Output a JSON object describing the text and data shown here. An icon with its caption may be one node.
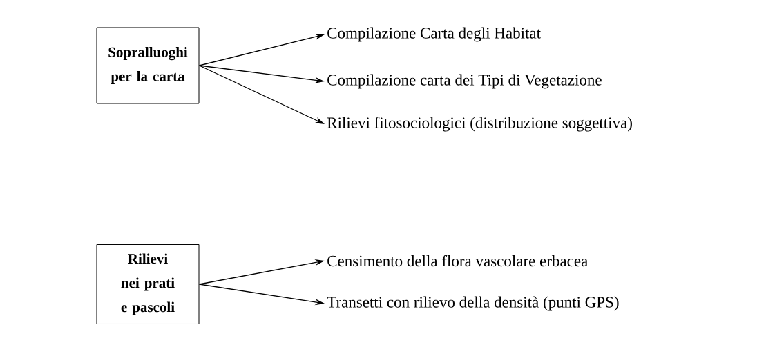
{
  "diagram": {
    "nodes": [
      {
        "text": [
          "Sopralluoghi per la carta"
        ]
      },
      {
        "text": [
          "Compilazione Carta degli Habitat"
        ]
      },
      {
        "text": [
          "Compilazione carta dei Tipi di Vegetazione"
        ]
      },
      {
        "text": [
          "Rilievi fitosociologici (distribuzione soggettiva)"
        ]
      },
      {
        "text": [
          "Rilievi nei prati e pascoli"
        ]
      },
      {
        "text": [
          "Censimento della flora vascolare erbacea"
        ]
      },
      {
        "text": [
          "Transetti con rilievo della densità (punti GPS)"
        ]
      }
    ],
    "edges": [
      {
        "from": 0,
        "to": 1,
        "arrow": "to"
      },
      {
        "from": 0,
        "to": 2,
        "arrow": "to"
      },
      {
        "from": 0,
        "to": 3,
        "arrow": "to"
      },
      {
        "from": 4,
        "to": 5,
        "arrow": "to"
      },
      {
        "from": 4,
        "to": 6,
        "arrow": "to"
      }
    ]
  }
}
